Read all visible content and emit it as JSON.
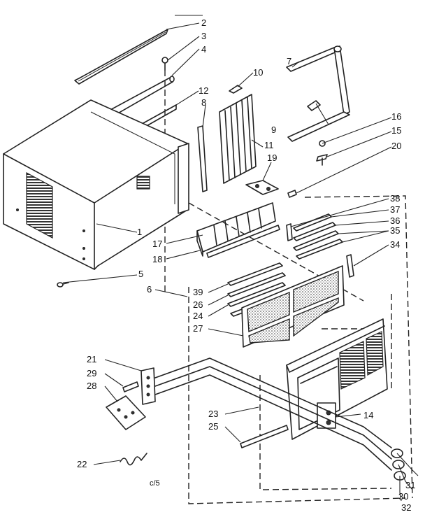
{
  "callouts": [
    {
      "id": "2",
      "text": "2"
    },
    {
      "id": "3",
      "text": "3"
    },
    {
      "id": "4",
      "text": "4"
    },
    {
      "id": "7",
      "text": "7"
    },
    {
      "id": "10",
      "text": "10"
    },
    {
      "id": "12",
      "text": "12"
    },
    {
      "id": "8",
      "text": "8"
    },
    {
      "id": "9",
      "text": "9"
    },
    {
      "id": "16",
      "text": "16"
    },
    {
      "id": "15",
      "text": "15"
    },
    {
      "id": "20",
      "text": "20"
    },
    {
      "id": "11",
      "text": "11"
    },
    {
      "id": "19",
      "text": "19"
    },
    {
      "id": "1",
      "text": "1"
    },
    {
      "id": "17",
      "text": "17"
    },
    {
      "id": "18",
      "text": "18"
    },
    {
      "id": "5",
      "text": "5"
    },
    {
      "id": "6",
      "text": "6"
    },
    {
      "id": "38",
      "text": "38"
    },
    {
      "id": "37",
      "text": "37"
    },
    {
      "id": "36",
      "text": "36"
    },
    {
      "id": "35",
      "text": "35"
    },
    {
      "id": "34",
      "text": "34"
    },
    {
      "id": "39",
      "text": "39"
    },
    {
      "id": "26",
      "text": "26"
    },
    {
      "id": "24",
      "text": "24"
    },
    {
      "id": "27",
      "text": "27"
    },
    {
      "id": "21",
      "text": "21"
    },
    {
      "id": "29",
      "text": "29"
    },
    {
      "id": "28",
      "text": "28"
    },
    {
      "id": "23",
      "text": "23"
    },
    {
      "id": "25",
      "text": "25"
    },
    {
      "id": "14",
      "text": "14"
    },
    {
      "id": "22",
      "text": "22"
    },
    {
      "id": "31",
      "text": "31"
    },
    {
      "id": "30",
      "text": "30"
    },
    {
      "id": "32",
      "text": "32"
    }
  ],
  "footer_code": "c/5"
}
